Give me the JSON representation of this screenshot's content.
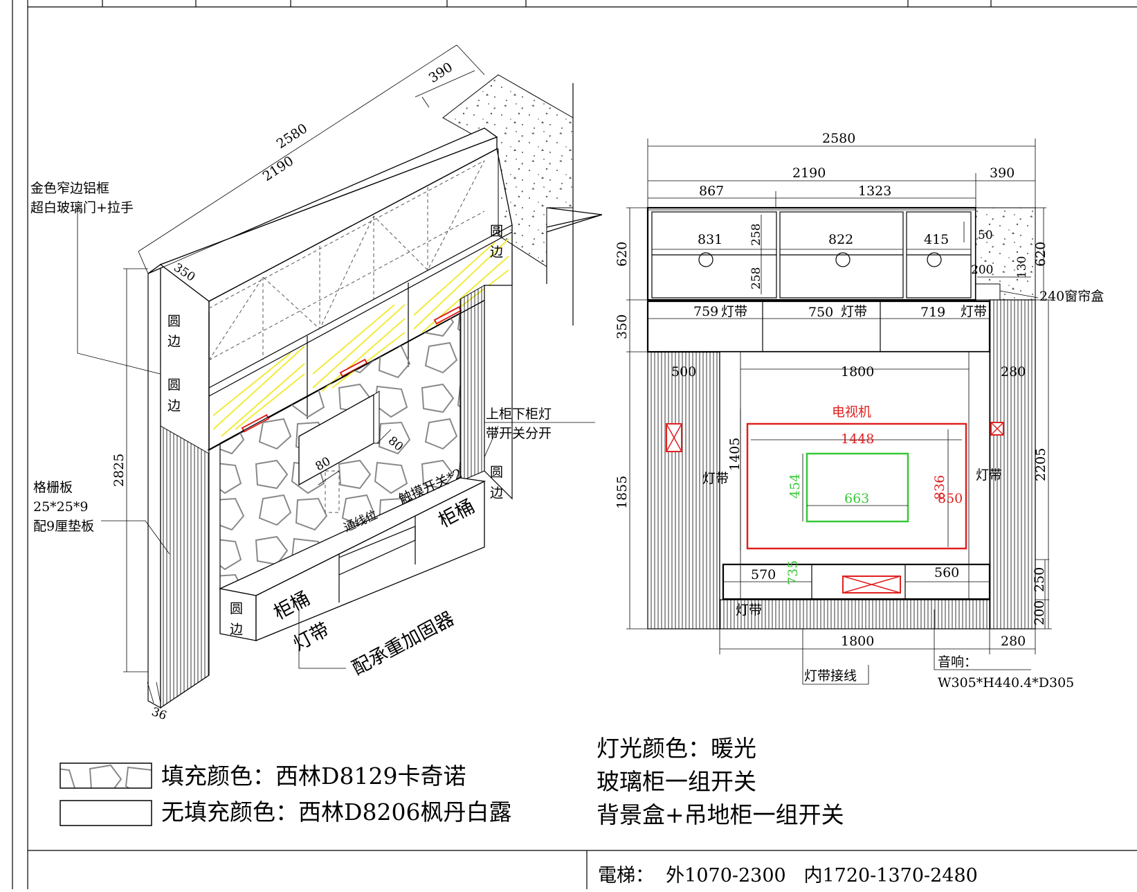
{
  "iso": {
    "dims": {
      "d2580": "2580",
      "d2190": "2190",
      "d390": "390",
      "d350": "350",
      "d2825": "2825",
      "d36": "36",
      "d80a": "80",
      "d80b": "80"
    },
    "labels": {
      "frame1": "金色窄边铝框",
      "frame2": "超白玻璃门+拉手",
      "round": "圆",
      "edge": "边",
      "grille1": "格栅板",
      "grille2": "25*25*9",
      "grille3": "配9厘垫板",
      "switch1": "上柜下柜灯",
      "switch2": "带开关分开",
      "touch": "触摸开关*2",
      "wire": "通线位",
      "cabinet": "柜桶",
      "light": "灯带",
      "bracket": "配承重加固器"
    }
  },
  "elev": {
    "top": {
      "d2580": "2580",
      "d2190": "2190",
      "d390": "390",
      "d867": "867",
      "d1323": "1323"
    },
    "upper": {
      "d831": "831",
      "d822": "822",
      "d415": "415",
      "d258a": "258",
      "d258b": "258",
      "d50": "50",
      "d200": "200",
      "d130": "130",
      "d620l": "620",
      "d620r": "620",
      "curtain": "240窗帘盒"
    },
    "mid": {
      "d350": "350",
      "d759": "759",
      "d750": "750",
      "d719": "719",
      "lightband": "灯带"
    },
    "tv": {
      "d500": "500",
      "d1800": "1800",
      "d280": "280",
      "tv": "电视机",
      "d1448": "1448",
      "d1405": "1405",
      "d454": "454",
      "d663": "663",
      "d836": "836",
      "d850": "850",
      "d1855": "1855",
      "d2205": "2205",
      "lightband": "灯带"
    },
    "bottom": {
      "d570": "570",
      "d735": "735",
      "d560": "560",
      "d250": "250",
      "d200": "200",
      "d1800": "1800",
      "d280": "280",
      "lightband": "灯带",
      "wiring": "灯带接线",
      "speaker": "音响：",
      "speakerSize": "W305*H440.4*D305"
    }
  },
  "legend": {
    "fill": "填充颜色：西林D8129卡奇诺",
    "nofill": "无填充颜色：西林D8206枫丹白露"
  },
  "notes": {
    "n1": "灯光颜色：暖光",
    "n2": "玻璃柜一组开关",
    "n3": "背景盒+吊地柜一组开关"
  },
  "footer": {
    "elevator": "電梯：  外1070-2300   内1720-1370-2480"
  }
}
